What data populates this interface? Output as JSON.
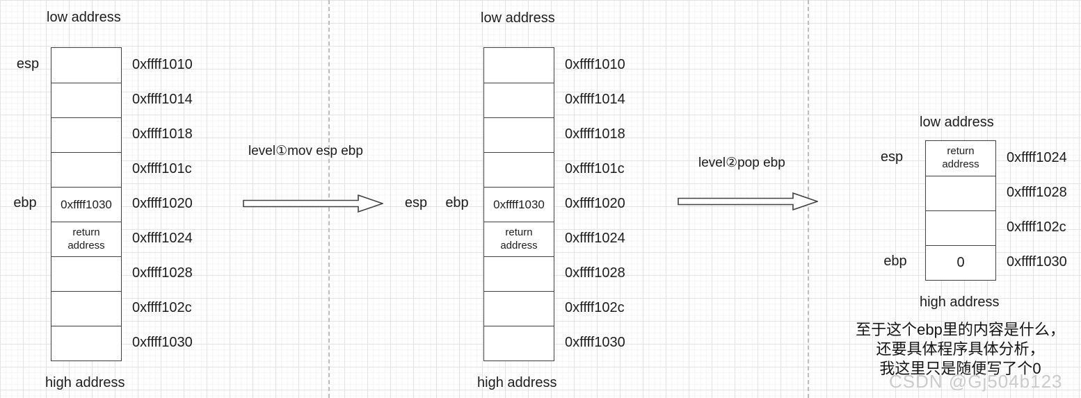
{
  "stacks": {
    "left": {
      "low_caption": "low address",
      "high_caption": "high address",
      "registers": [
        {
          "label": "esp"
        },
        {
          "label": "ebp"
        }
      ],
      "rows": [
        {
          "address": "0xffff1010",
          "value": ""
        },
        {
          "address": "0xffff1014",
          "value": ""
        },
        {
          "address": "0xffff1018",
          "value": ""
        },
        {
          "address": "0xffff101c",
          "value": ""
        },
        {
          "address": "0xffff1020",
          "value": "0xffff1030"
        },
        {
          "address": "0xffff1024",
          "value": "return address"
        },
        {
          "address": "0xffff1028",
          "value": ""
        },
        {
          "address": "0xffff102c",
          "value": ""
        },
        {
          "address": "0xffff1030",
          "value": ""
        }
      ]
    },
    "middle": {
      "low_caption": "low address",
      "high_caption": "high address",
      "registers": [
        {
          "label": "esp"
        },
        {
          "label": "ebp"
        }
      ],
      "rows": [
        {
          "address": "0xffff1010",
          "value": ""
        },
        {
          "address": "0xffff1014",
          "value": ""
        },
        {
          "address": "0xffff1018",
          "value": ""
        },
        {
          "address": "0xffff101c",
          "value": ""
        },
        {
          "address": "0xffff1020",
          "value": "0xffff1030"
        },
        {
          "address": "0xffff1024",
          "value": "return address"
        },
        {
          "address": "0xffff1028",
          "value": ""
        },
        {
          "address": "0xffff102c",
          "value": ""
        },
        {
          "address": "0xffff1030",
          "value": ""
        }
      ]
    },
    "right": {
      "low_caption": "low address",
      "high_caption": "high address",
      "registers": [
        {
          "label": "esp"
        },
        {
          "label": "ebp"
        }
      ],
      "rows": [
        {
          "address": "0xffff1024",
          "value": "return address"
        },
        {
          "address": "0xffff1028",
          "value": ""
        },
        {
          "address": "0xffff102c",
          "value": ""
        },
        {
          "address": "0xffff1030",
          "value": "0"
        }
      ]
    }
  },
  "transitions": [
    {
      "label": "level①mov esp ebp"
    },
    {
      "label": "level②pop ebp"
    }
  ],
  "note": {
    "lines": [
      "至于这个ebp里的内容是什么，",
      "还要具体程序具体分析，",
      "我这里只是随便写了个0"
    ]
  },
  "watermark": "CSDN @Gj504b123",
  "colors": {
    "box_line": "#404040",
    "divider": "#bdbdbd",
    "watermark": "#cbcbcb"
  }
}
